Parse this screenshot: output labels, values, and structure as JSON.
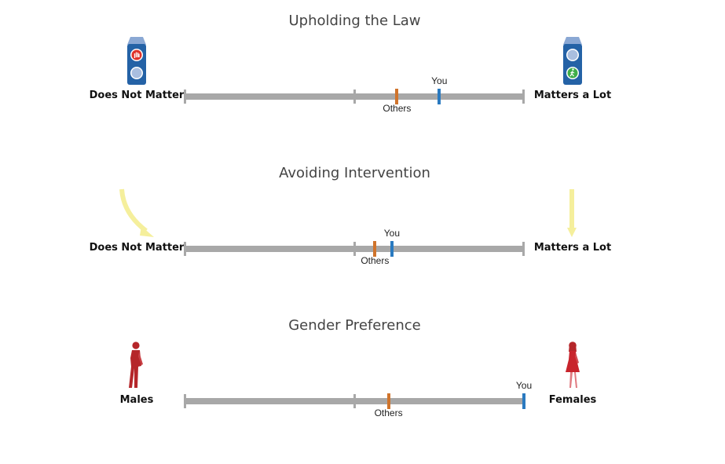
{
  "chart_data": [
    {
      "type": "scale",
      "title": "Upholding the Law",
      "left_label": "Does Not Matter",
      "right_label": "Matters a Lot",
      "left_icon": "traffic-light-red-hand-icon",
      "right_icon": "traffic-light-green-walk-icon",
      "xlim": [
        -1,
        1
      ],
      "markers": [
        {
          "label": "Others",
          "value": 0.25,
          "color": "#d0742c"
        },
        {
          "label": "You",
          "value": 0.5,
          "color": "#2a7ac0"
        }
      ]
    },
    {
      "type": "scale",
      "title": "Avoiding Intervention",
      "left_label": "Does Not Matter",
      "right_label": "Matters a Lot",
      "left_icon": "curved-arrow-icon",
      "right_icon": "straight-arrow-icon",
      "xlim": [
        -1,
        1
      ],
      "markers": [
        {
          "label": "Others",
          "value": 0.12,
          "color": "#d0742c"
        },
        {
          "label": "You",
          "value": 0.22,
          "color": "#2a7ac0"
        }
      ]
    },
    {
      "type": "scale",
      "title": "Gender Preference",
      "left_label": "Males",
      "right_label": "Females",
      "left_icon": "male-figure-icon",
      "right_icon": "female-figure-icon",
      "xlim": [
        -1,
        1
      ],
      "markers": [
        {
          "label": "Others",
          "value": 0.2,
          "color": "#d0742c"
        },
        {
          "label": "You",
          "value": 1.0,
          "color": "#2a7ac0"
        }
      ]
    }
  ]
}
